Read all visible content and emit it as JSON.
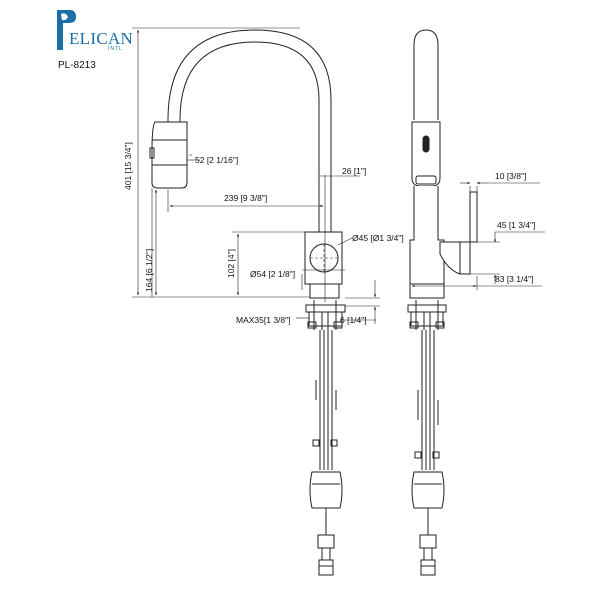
{
  "brand": {
    "name": "ELICAN",
    "sub": "INTL",
    "model": "PL-8213"
  },
  "dimensions": {
    "height_total": "401 [15 3/4\"]",
    "height_spout": "164 [6 1/2\"]",
    "height_body": "102 [4\"]",
    "spray_head": "52 [2 1/16\"]",
    "reach": "239 [9 3/8\"]",
    "spout_tube": "26 [1\"]",
    "body_dia": "Ø45 [Ø1 3/4\"]",
    "base_dia": "Ø54 [2 1/8\"]",
    "deck_max": "MAX35[1 3/8\"]",
    "shank": "6 [1/4\"]",
    "handle_offset": "10 [3/8\"]",
    "handle_height": "45 [1 3/4\"]",
    "handle_depth": "83 [3 1/4\"]"
  },
  "colors": {
    "line": "#222222",
    "brand": "#1b6fa8"
  }
}
